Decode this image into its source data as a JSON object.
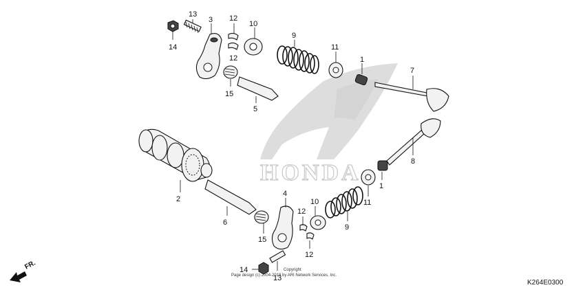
{
  "diagram": {
    "callouts": [
      {
        "id": "c13a",
        "text": "13"
      },
      {
        "id": "c14a",
        "text": "14"
      },
      {
        "id": "c3",
        "text": "3"
      },
      {
        "id": "c12a",
        "text": "12"
      },
      {
        "id": "c12b",
        "text": "12"
      },
      {
        "id": "c10a",
        "text": "10"
      },
      {
        "id": "c9a",
        "text": "9"
      },
      {
        "id": "c11a",
        "text": "11"
      },
      {
        "id": "c1a",
        "text": "1"
      },
      {
        "id": "c7",
        "text": "7"
      },
      {
        "id": "c15a",
        "text": "15"
      },
      {
        "id": "c5",
        "text": "5"
      },
      {
        "id": "c8",
        "text": "8"
      },
      {
        "id": "c1b",
        "text": "1"
      },
      {
        "id": "c11b",
        "text": "11"
      },
      {
        "id": "c2",
        "text": "2"
      },
      {
        "id": "c6",
        "text": "6"
      },
      {
        "id": "c4",
        "text": "4"
      },
      {
        "id": "c10b",
        "text": "10"
      },
      {
        "id": "c12c",
        "text": "12"
      },
      {
        "id": "c12d",
        "text": "12"
      },
      {
        "id": "c9b",
        "text": "9"
      },
      {
        "id": "c15b",
        "text": "15"
      },
      {
        "id": "c14b",
        "text": "14"
      },
      {
        "id": "c13b",
        "text": "13"
      }
    ],
    "copyright_line1": "Copyright",
    "copyright_line2": "Page design (c) 2004-2018 by ARI Network Services, Inc.",
    "diagram_code": "K264E0300",
    "front_label": "FR.",
    "watermark_text": "HONDA"
  }
}
